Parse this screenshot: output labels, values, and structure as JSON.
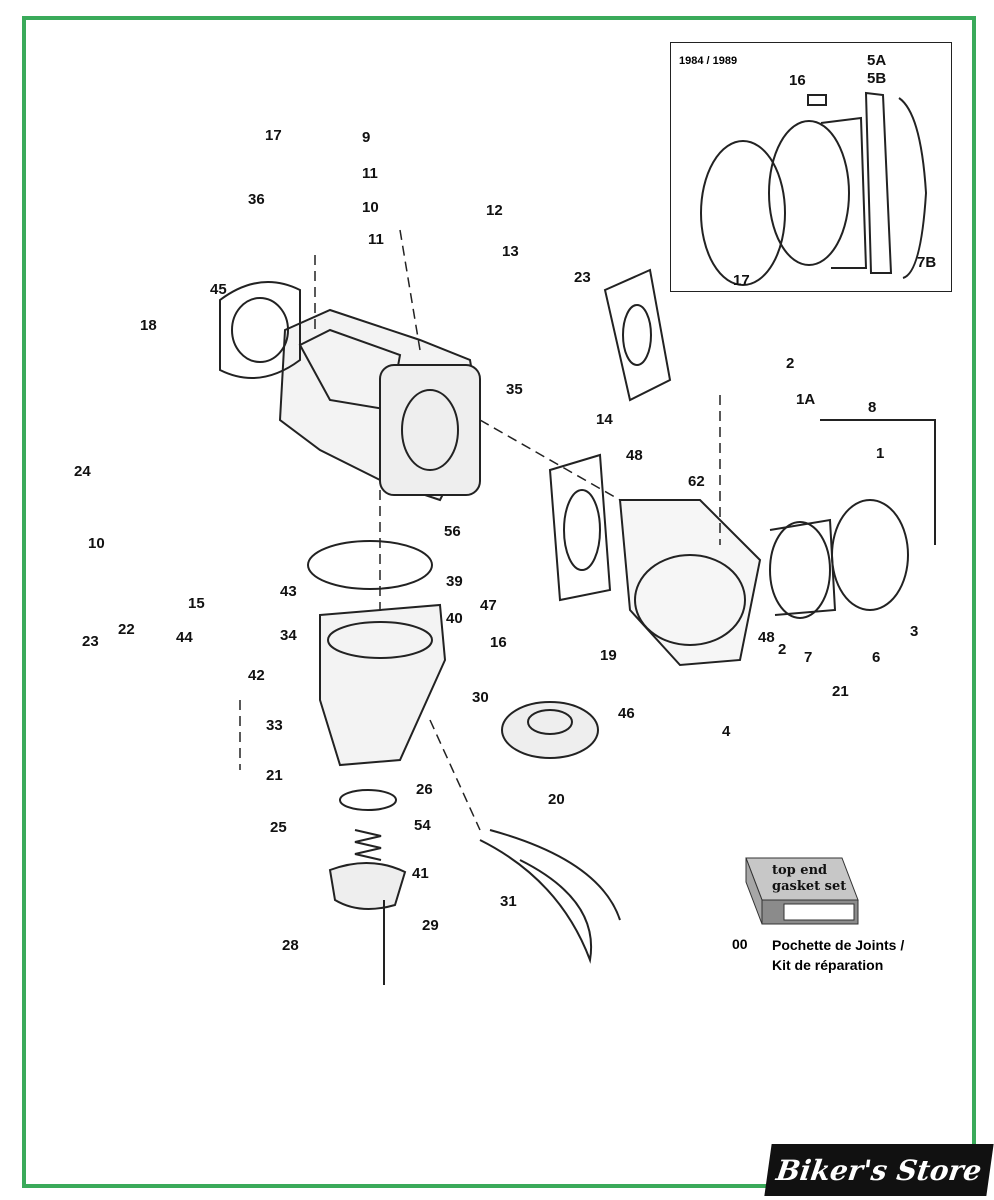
{
  "inset": {
    "year_range": "1984 / 1989",
    "labels": [
      "16",
      "5A",
      "5B",
      "17",
      "7B"
    ]
  },
  "labels": [
    "17",
    "9",
    "11",
    "36",
    "10",
    "12",
    "11",
    "13",
    "23",
    "45",
    "18",
    "35",
    "14",
    "2",
    "1A",
    "8",
    "1",
    "24",
    "48",
    "62",
    "56",
    "10",
    "39",
    "43",
    "15",
    "23",
    "22",
    "44",
    "34",
    "40",
    "47",
    "16",
    "42",
    "19",
    "30",
    "33",
    "46",
    "48",
    "2",
    "7",
    "6",
    "3",
    "21",
    "4",
    "21",
    "26",
    "20",
    "25",
    "54",
    "41",
    "31",
    "28",
    "29"
  ],
  "kit": {
    "box_text": "top end\ngasket set",
    "code": "00",
    "line1": "Pochette de Joints /",
    "line2": "Kit de réparation"
  },
  "brand": "Biker's Store"
}
